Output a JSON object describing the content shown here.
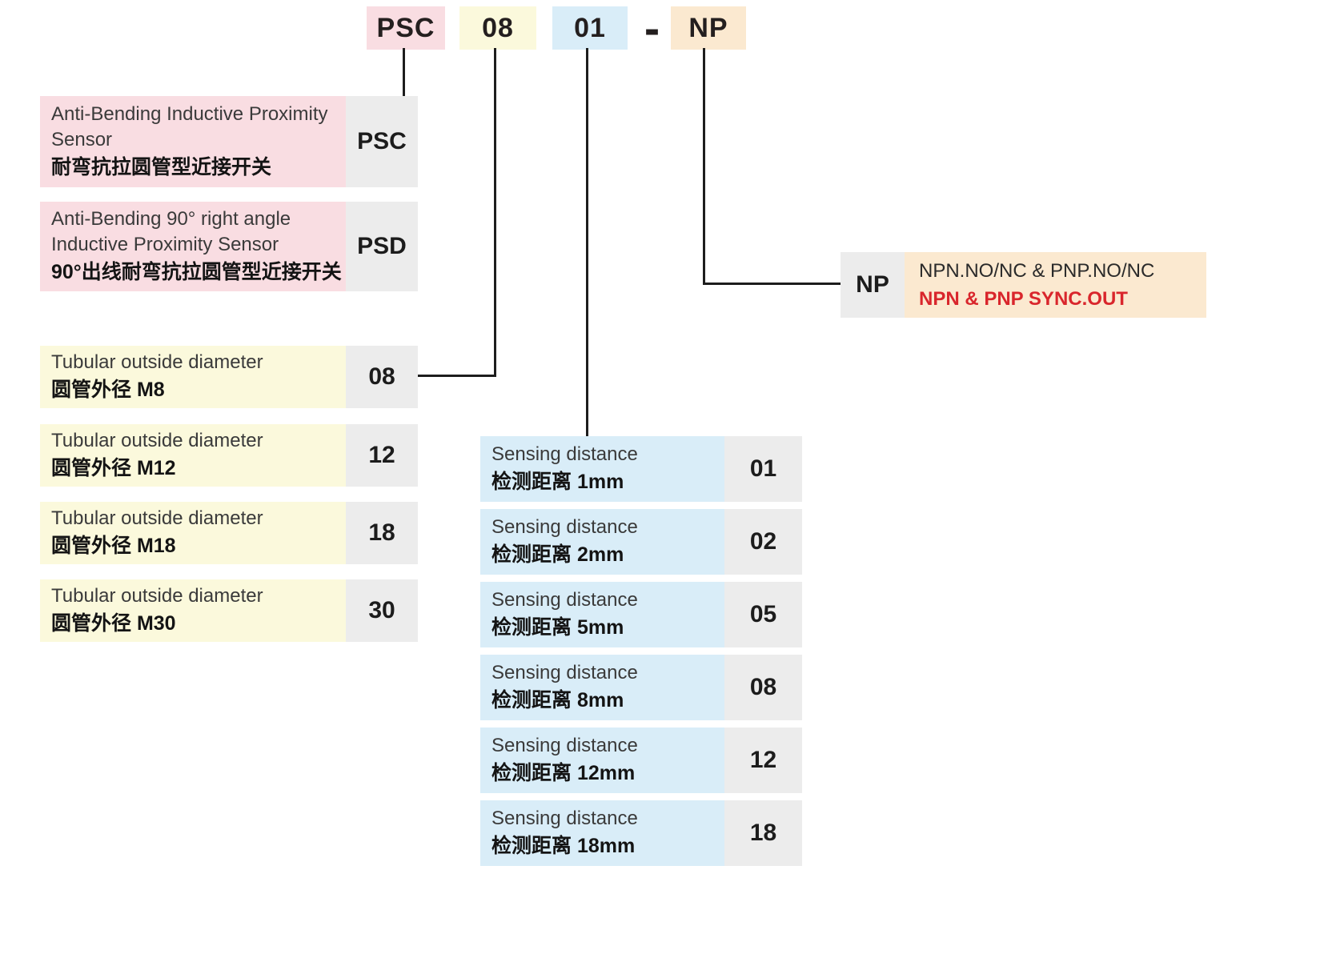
{
  "colors": {
    "pink": "#f9dde2",
    "yellow": "#fbf9dc",
    "blue": "#d9edf8",
    "peach": "#fbe9d0",
    "code_cell_gray": "#ececec",
    "connector_black": "#1d1d1d",
    "accent_red": "#d9262c"
  },
  "header": {
    "series_code": "PSC",
    "diameter_code": "08",
    "distance_code": "01",
    "separator": "-",
    "output_code": "NP"
  },
  "series_options": [
    {
      "en": "Anti-Bending Inductive Proximity Sensor",
      "zh": "耐弯抗拉圆管型近接开关",
      "code": "PSC"
    },
    {
      "en": "Anti-Bending 90° right angle Inductive Proximity Sensor",
      "zh": "90°出线耐弯抗拉圆管型近接开关",
      "code": "PSD"
    }
  ],
  "diameter_options": [
    {
      "en": "Tubular outside diameter",
      "zh": "圆管外径 M8",
      "code": "08"
    },
    {
      "en": "Tubular outside diameter",
      "zh": "圆管外径 M12",
      "code": "12"
    },
    {
      "en": "Tubular outside diameter",
      "zh": "圆管外径 M18",
      "code": "18"
    },
    {
      "en": "Tubular outside diameter",
      "zh": "圆管外径 M30",
      "code": "30"
    }
  ],
  "sensing_options": [
    {
      "en": "Sensing distance",
      "zh": "检测距离 1mm",
      "code": "01"
    },
    {
      "en": "Sensing distance",
      "zh": "检测距离 2mm",
      "code": "02"
    },
    {
      "en": "Sensing distance",
      "zh": "检测距离 5mm",
      "code": "05"
    },
    {
      "en": "Sensing distance",
      "zh": "检测距离 8mm",
      "code": "08"
    },
    {
      "en": "Sensing distance",
      "zh": "检测距离 12mm",
      "code": "12"
    },
    {
      "en": "Sensing distance",
      "zh": "检测距离 18mm",
      "code": "18"
    }
  ],
  "output_option": {
    "code": "NP",
    "line1": "NPN.NO/NC & PNP.NO/NC",
    "line2": "NPN & PNP SYNC.OUT"
  }
}
